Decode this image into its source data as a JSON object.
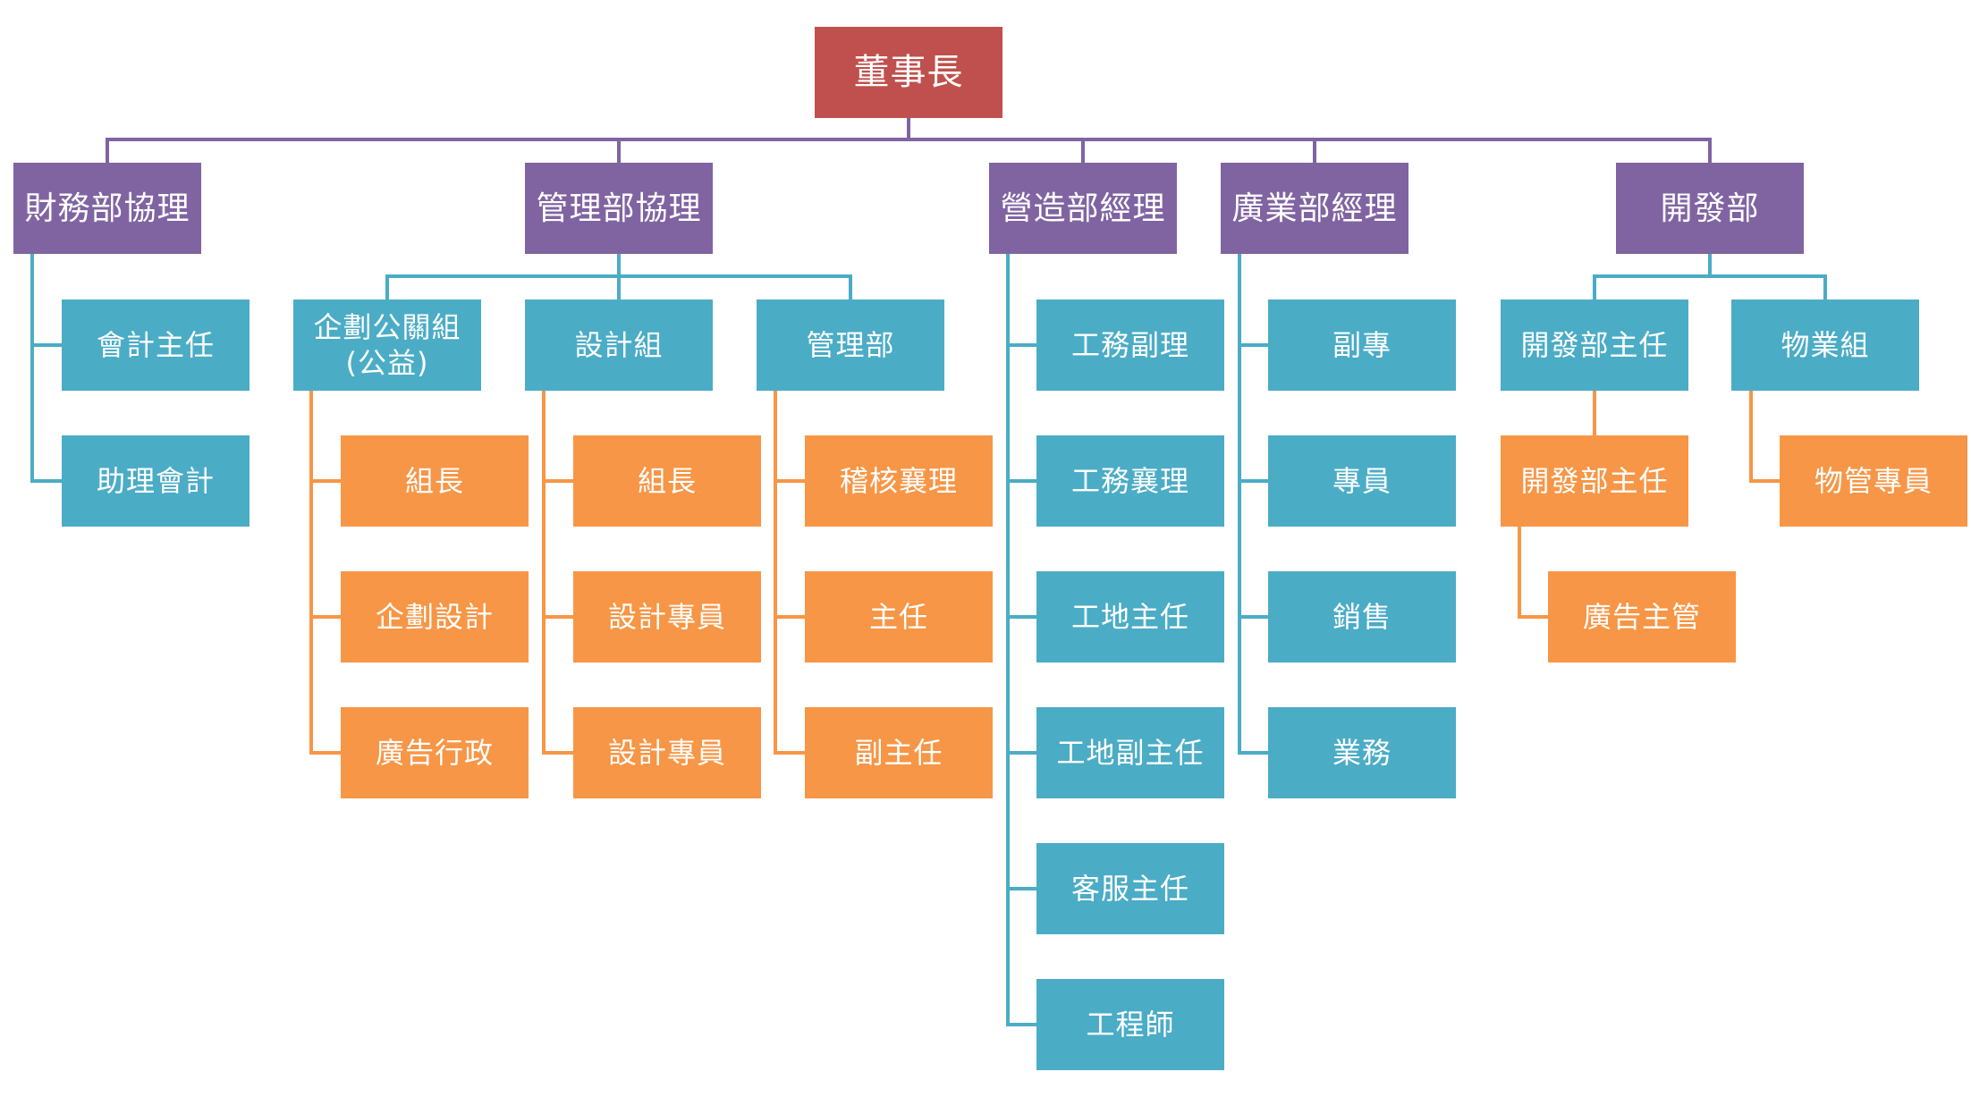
{
  "colors": {
    "root": "#c0504d",
    "department": "#8064a2",
    "team": "#4bacc6",
    "staff": "#f79646",
    "line_purple": "#8064a2",
    "line_blue": "#4bacc6",
    "line_orange": "#f79646"
  },
  "org_chart": {
    "root": {
      "label": "董事長",
      "children": [
        {
          "label": "財務部協理",
          "children": [
            {
              "label": "會計主任"
            },
            {
              "label": "助理會計"
            }
          ]
        },
        {
          "label": "管理部協理",
          "children": [
            {
              "label": "企劃公關組\n(公益)",
              "children": [
                {
                  "label": "組長"
                },
                {
                  "label": "企劃設計"
                },
                {
                  "label": "廣告行政"
                }
              ]
            },
            {
              "label": "設計組",
              "children": [
                {
                  "label": "組長"
                },
                {
                  "label": "設計專員"
                },
                {
                  "label": "設計專員"
                }
              ]
            },
            {
              "label": "管理部",
              "children": [
                {
                  "label": "稽核襄理"
                },
                {
                  "label": "主任"
                },
                {
                  "label": "副主任"
                }
              ]
            }
          ]
        },
        {
          "label": "營造部經理",
          "children": [
            {
              "label": "工務副理"
            },
            {
              "label": "工務襄理"
            },
            {
              "label": "工地主任"
            },
            {
              "label": "工地副主任"
            },
            {
              "label": "客服主任"
            },
            {
              "label": "工程師"
            }
          ]
        },
        {
          "label": "廣業部經理",
          "children": [
            {
              "label": "副專"
            },
            {
              "label": "專員"
            },
            {
              "label": "銷售"
            },
            {
              "label": "業務"
            }
          ]
        },
        {
          "label": "開發部",
          "children": [
            {
              "label": "開發部主任",
              "children": [
                {
                  "label": "開發部主任",
                  "children": [
                    {
                      "label": "廣告主管"
                    }
                  ]
                }
              ]
            },
            {
              "label": "物業組",
              "children": [
                {
                  "label": "物管專員"
                }
              ]
            }
          ]
        }
      ]
    }
  }
}
